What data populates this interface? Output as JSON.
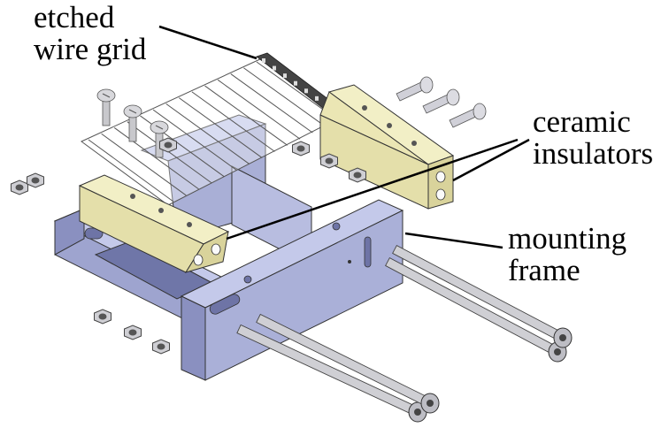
{
  "labels": {
    "grid_line1": "etched",
    "grid_line2": "wire grid",
    "ceramic_line1": "ceramic",
    "ceramic_line2": "insulators",
    "mount_line1": "mounting",
    "mount_line2": "frame"
  },
  "colors": {
    "frame": "#a9afd6",
    "frame_dark": "#7f86b5",
    "frame_light": "#c4c9ea",
    "ceramic": "#ede9b8",
    "ceramic_dark": "#c9c391",
    "metal": "#c8c8cc",
    "metal_dark": "#77777d",
    "grid": "#666666",
    "leader": "#000000"
  }
}
